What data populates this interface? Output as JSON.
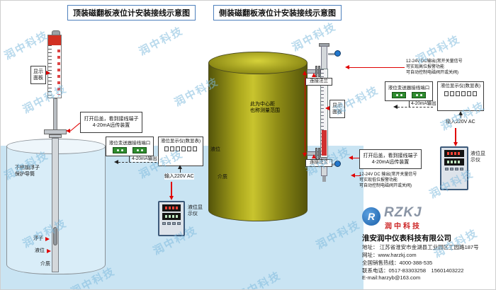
{
  "titles": {
    "left": "顶装磁翻板液位计安装接线示意图",
    "right": "侧装磁翻板液位计安装接线示意图"
  },
  "watermark": {
    "text": "润中科技"
  },
  "left": {
    "display_panel": "显示\n面板",
    "open_cover": "打开后盖，看到接线端子\n4-20mA远传装置",
    "transmitter_port": "液位变送器接线端口",
    "meter_title": "液位显示仪(数显表)",
    "output_420": "4-20mA输出",
    "input_220": "输入220V AC",
    "guide_tube": "不锈钢浮子\n保护导筒",
    "float": "浮子",
    "level": "液位",
    "medium": "介质",
    "device_label": "液位显\n示仪"
  },
  "right": {
    "flange_top": "连接法兰",
    "flange_bottom": "连接法兰",
    "center_distance": "此为中心距\n也称测量范围",
    "display_panel": "显示\n面板",
    "level": "液位",
    "medium": "介质",
    "dc_top": "12-24V DC输出(常开关量信号\n可实现高位报警功能\n可自动控制电磁阀开或关阀)",
    "transmitter_port": "液位变送器接线端口",
    "meter_title": "液位显示仪(数显表)",
    "output_420": "4-20mA输出",
    "input_220": "输入220V AC",
    "open_cover": "打开后盖，看到接线端子\n4-20mA远传装置",
    "dc_bottom": "12-24V DC 输出(常开关量信号\n可实现低位报警功能\n可自动控制电磁阀开或关阀)",
    "device_label": "液位显\n示仪"
  },
  "company": {
    "logo_initial": "R",
    "logo_abbr": "RZKJ",
    "logo_name": "润中科技",
    "name": "淮安润中仪表科技有限公司",
    "address": "地址： 江苏省淮安市金湖县工业园区工园路187号",
    "website": "网址：www.harzkj.com",
    "hotline": "全国销售热线：4000-388-535",
    "phone": "联系电话：0517-83303258　15601403222",
    "email": "E-mail:harzyb@163.com"
  }
}
